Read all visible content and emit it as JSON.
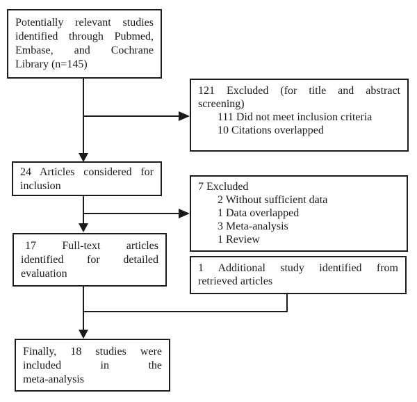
{
  "colors": {
    "border": "#1a1a1a",
    "background": "#ffffff",
    "text": "#1a1a1a"
  },
  "boxes": {
    "identified": {
      "lines": [
        "Potentially relevant studies",
        "identified through Pubmed,",
        "Embase, and Cochrane",
        "Library (n=145)"
      ]
    },
    "excluded_screening": {
      "lines": [
        "121 Excluded (for title and abstract",
        "screening)",
        "111 Did not meet inclusion criteria",
        "10 Citations overlapped"
      ]
    },
    "considered": {
      "lines": [
        "24 Articles considered for",
        "inclusion"
      ]
    },
    "excluded_fulltext": {
      "lines": [
        "7 Excluded",
        "2 Without sufficient data",
        "1 Data overlapped",
        "3 Meta-analysis",
        "1 Review"
      ]
    },
    "fulltext": {
      "lines": [
        "17 Full-text articles",
        "identified for detailed",
        "evaluation"
      ]
    },
    "additional": {
      "lines": [
        "1 Additional study identified from",
        "retrieved articles"
      ]
    },
    "final": {
      "lines": [
        "Finally, 18 studies were",
        "included in the",
        "meta-analysis"
      ]
    }
  }
}
